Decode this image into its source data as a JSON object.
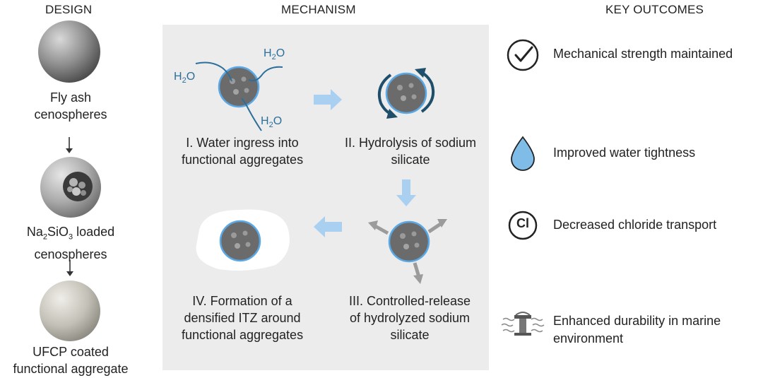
{
  "headers": {
    "design": "DESIGN",
    "mechanism": "MECHANISM",
    "outcomes": "KEY OUTCOMES"
  },
  "design": {
    "step1": [
      "Fly ash",
      "cenospheres"
    ],
    "step2": {
      "prefix": "Na",
      "sub1": "2",
      "mid": "SiO",
      "sub2": "3",
      "suffix": " loaded",
      "line2": "cenospheres"
    },
    "step3": [
      "UFCP coated",
      "functional aggregate"
    ]
  },
  "mechanism": {
    "h2o": {
      "main": "H",
      "sub": "2",
      "end": "O"
    },
    "step1": [
      "I. Water ingress into",
      "functional aggregates"
    ],
    "step2": [
      "II. Hydrolysis of sodium",
      "silicate"
    ],
    "step3": [
      "III. Controlled-release",
      "of hydrolyzed sodium",
      "silicate"
    ],
    "step4": [
      "IV. Formation of a",
      "densified ITZ around",
      "functional aggregates"
    ]
  },
  "outcomes": {
    "o1": "Mechanical strength maintained",
    "o2": "Improved water tightness",
    "o3": "Decreased chloride transport",
    "o3_icon_text": "Cl",
    "o4": [
      "Enhanced durability in marine",
      "environment"
    ]
  },
  "colors": {
    "accent_blue": "#5aa9e6",
    "water_blue": "#2c6f9b",
    "arrow_blue": "#a9d0f1",
    "sphere": "#6b6b6b",
    "panel": "#ececec"
  }
}
